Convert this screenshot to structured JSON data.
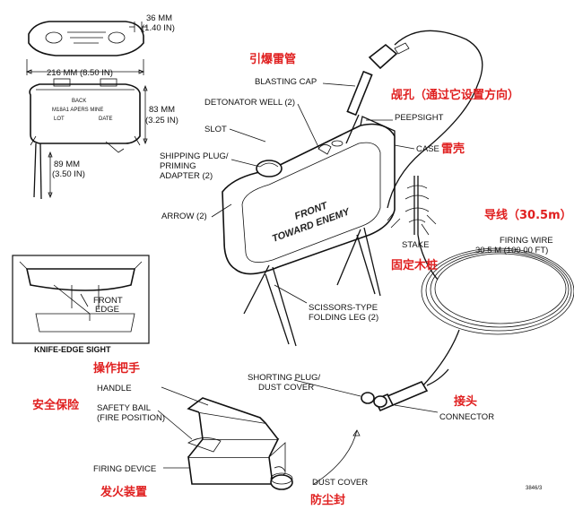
{
  "labels": {
    "dim_width_top": "36 MM",
    "dim_width_top_in": "(1.40 IN)",
    "dim_length": "216 MM (8.50 IN)",
    "dim_height": "83 MM",
    "dim_height_in": "(3.25 IN)",
    "dim_leg": "89 MM",
    "dim_leg_in": "(3.50 IN)",
    "front_face_1": "BACK",
    "front_face_2": "M18A1 APERS MINE",
    "front_face_3": "LOT",
    "front_face_4": "DATE",
    "blasting_cap_cn": "引爆雷管",
    "blasting_cap": "BLASTING CAP",
    "detonator_well": "DETONATOR WELL (2)",
    "peepsight_cn": "觇孔（通过它设置方向）",
    "peepsight": "PEEPSIGHT",
    "slot": "SLOT",
    "case": "CASE",
    "case_cn": "雷壳",
    "shipping_plug_1": "SHIPPING PLUG/",
    "shipping_plug_2": "PRIMING",
    "shipping_plug_3": "ADAPTER (2)",
    "arrow": "ARROW (2)",
    "mine_face_1": "FRONT",
    "mine_face_2": "TOWARD ENEMY",
    "firing_wire_cn": "导线（30.5m）",
    "firing_wire_1": "FIRING WIRE",
    "firing_wire_2": "30.5 M (100.00 FT)",
    "stake": "STAKE",
    "stake_cn": "固定木桩",
    "scissors_1": "SCISSORS-TYPE",
    "scissors_2": "FOLDING LEG (2)",
    "front_edge_1": "FRONT",
    "front_edge_2": "EDGE",
    "knife_edge_sight": "KNIFE-EDGE SIGHT",
    "handle_cn": "操作把手",
    "handle": "HANDLE",
    "safety_bail_cn": "安全保险",
    "safety_bail_1": "SAFETY BAIL",
    "safety_bail_2": "(FIRE POSITION)",
    "shorting_plug_1": "SHORTING PLUG/",
    "shorting_plug_2": "DUST COVER",
    "connector_cn": "接头",
    "connector": "CONNECTOR",
    "firing_device": "FIRING DEVICE",
    "firing_device_cn": "发火装置",
    "dust_cover": "DUST COVER",
    "dust_cover_cn": "防尘封",
    "fig_no": "3846/3"
  },
  "colors": {
    "annotation": "#e02020",
    "line": "#111111"
  }
}
